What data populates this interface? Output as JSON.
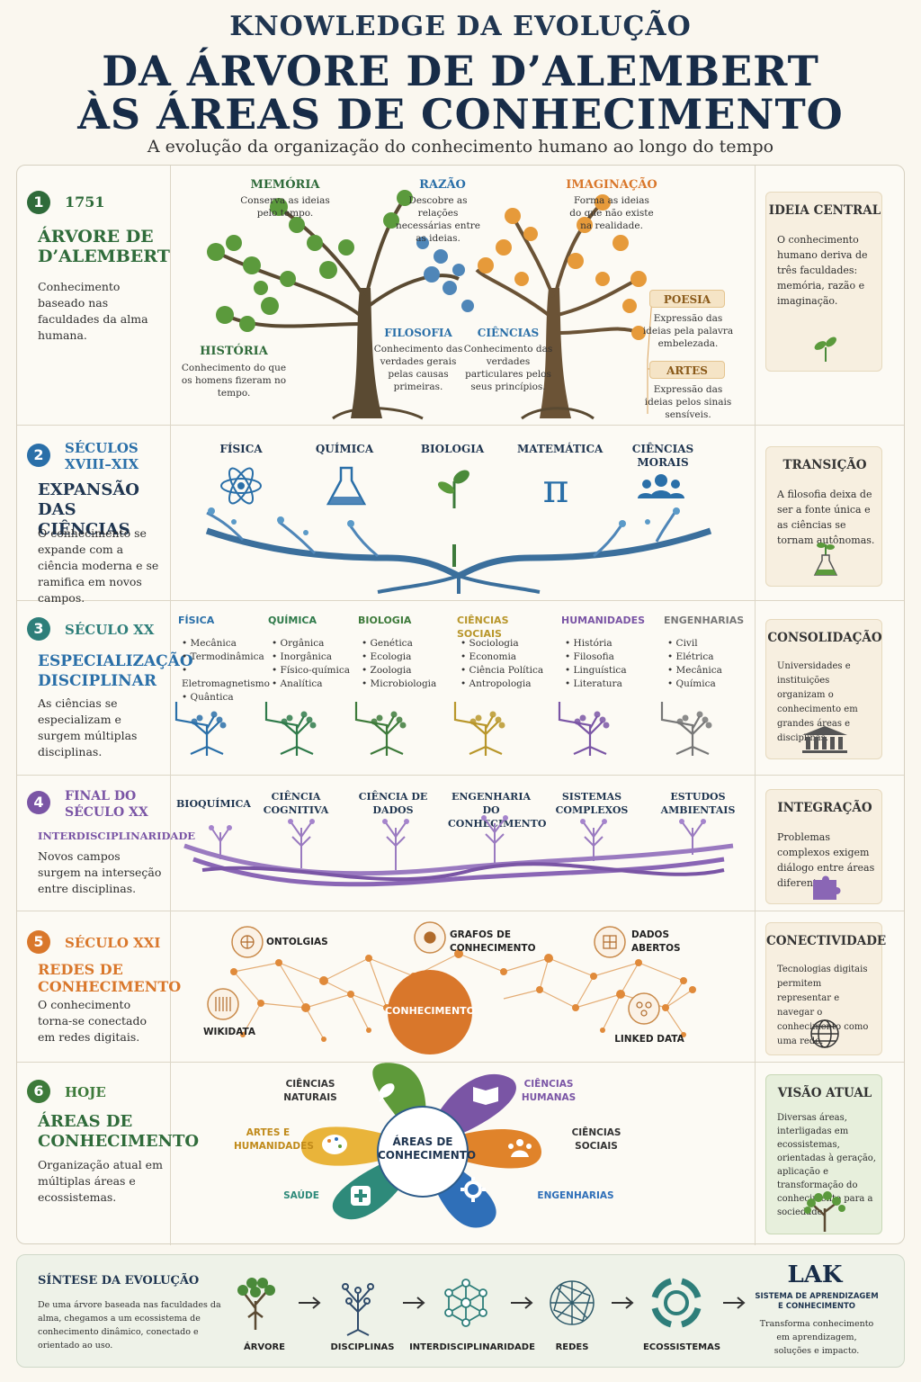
{
  "header": {
    "kicker": "KNOWLEDGE DA EVOLUÇÃO",
    "title1": "DA ÁRVORE DE D’ALEMBERT",
    "title2": "ÀS ÁREAS DE CONHECIMENTO",
    "subtitle": "A evolução da organização do conhecimento humano ao longo do tempo"
  },
  "colors": {
    "green": "#2f6b3a",
    "blue": "#2a6fa8",
    "teal": "#2e7e7a",
    "purple": "#7a55a5",
    "orange": "#d9772b",
    "navy": "#172c48"
  },
  "sections": [
    {
      "num": "1",
      "era": "1751",
      "title": "ÁRVORE DE D’ALEMBERT",
      "desc": "Conhecimento baseado nas faculdades da alma humana.",
      "box_title": "IDEIA CENTRAL",
      "box_desc": "O conhecimento humano deriva de três faculdades: memória, razão e imaginação.",
      "box_icon": "sprout-icon"
    },
    {
      "num": "2",
      "era": "SÉCULOS XVIII–XIX",
      "title": "EXPANSÃO DAS CIÊNCIAS",
      "desc": "O conhecimento se expande com a ciência moderna e se ramifica em novos campos.",
      "box_title": "TRANSIÇÃO",
      "box_desc": "A filosofia deixa de ser a fonte única e as ciências se tornam autônomas.",
      "box_icon": "flask-sprout-icon"
    },
    {
      "num": "3",
      "era": "SÉCULO XX",
      "title": "ESPECIALIZAÇÃO DISCIPLINAR",
      "desc": "As ciências se especializam e surgem múltiplas disciplinas.",
      "box_title": "CONSOLIDAÇÃO",
      "box_desc": "Universidades e instituições organizam o conhecimento em grandes áreas e disciplinas.",
      "box_icon": "institution-icon"
    },
    {
      "num": "4",
      "era": "FINAL DO SÉCULO XX",
      "subera": "INTERDISCIPLINARIDADE",
      "desc": "Novos campos surgem na interseção entre disciplinas.",
      "box_title": "INTEGRAÇÃO",
      "box_desc": "Problemas complexos exigem diálogo entre áreas diferentes.",
      "box_icon": "puzzle-icon"
    },
    {
      "num": "5",
      "era": "SÉCULO XXI",
      "title": "REDES DE CONHECIMENTO",
      "desc": "O conhecimento torna-se conectado em redes digitais.",
      "box_title": "CONECTIVIDADE",
      "box_desc": "Tecnologias digitais permitem representar e navegar o conhecimento como uma rede.",
      "box_icon": "globe-icon"
    },
    {
      "num": "6",
      "era": "HOJE",
      "title": "ÁREAS DE CONHECIMENTO",
      "desc": "Organização atual em múltiplas áreas e ecossistemas.",
      "box_title": "VISÃO ATUAL",
      "box_desc": "Diversas áreas, interligadas em ecossistemas, orientadas à geração, aplicação e transformação do conhecimento para a sociedade.",
      "box_icon": "tree-icon"
    }
  ],
  "s1": {
    "memoria": {
      "title": "MEMÓRIA",
      "desc": "Conserva as ideias pelo tempo."
    },
    "razao": {
      "title": "RAZÃO",
      "desc": "Descobre as relações necessárias entre as ideias."
    },
    "imaginacao": {
      "title": "IMAGINAÇÃO",
      "desc": "Forma as ideias do que não existe na realidade."
    },
    "historia": {
      "title": "HISTÓRIA",
      "desc": "Conhecimento do que os homens fizeram no tempo."
    },
    "filosofia": {
      "title": "FILOSOFIA",
      "desc": "Conhecimento das verdades gerais pelas causas primeiras."
    },
    "ciencias": {
      "title": "CIÊNCIAS",
      "desc": "Conhecimento das verdades particulares pelos seus princípios."
    },
    "poesia": {
      "title": "POESIA",
      "desc": "Expressão das ideias pela palavra embelezada."
    },
    "artes": {
      "title": "ARTES",
      "desc": "Expressão das ideias pelos sinais sensíveis."
    }
  },
  "s2": {
    "fields": [
      "FÍSICA",
      "QUÍMICA",
      "BIOLOGIA",
      "MATEMÁTICA",
      "CIÊNCIAS MORAIS"
    ]
  },
  "s3": {
    "columns": [
      {
        "title": "FÍSICA",
        "items": [
          "Mecânica",
          "Termodinâmica",
          "Eletromagnetismo",
          "Quântica"
        ],
        "color": "#2a6fa8"
      },
      {
        "title": "QUÍMICA",
        "items": [
          "Orgânica",
          "Inorgânica",
          "Físico-química",
          "Analítica"
        ],
        "color": "#2f7a4a"
      },
      {
        "title": "BIOLOGIA",
        "items": [
          "Genética",
          "Ecologia",
          "Zoologia",
          "Microbiologia"
        ],
        "color": "#3d7a3a"
      },
      {
        "title": "CIÊNCIAS SOCIAIS",
        "items": [
          "Sociologia",
          "Economia",
          "Ciência Política",
          "Antropologia"
        ],
        "color": "#b8962a"
      },
      {
        "title": "HUMANIDADES",
        "items": [
          "História",
          "Filosofia",
          "Linguística",
          "Literatura"
        ],
        "color": "#7a55a5"
      },
      {
        "title": "ENGENHARIAS",
        "items": [
          "Civil",
          "Elétrica",
          "Mecânica",
          "Química"
        ],
        "color": "#777777"
      }
    ]
  },
  "s4": {
    "fields": [
      "BIOQUÍMICA",
      "CIÊNCIA COGNITIVA",
      "CIÊNCIA DE DADOS",
      "ENGENHARIA DO CONHECIMENTO",
      "SISTEMAS COMPLEXOS",
      "ESTUDOS AMBIENTAIS"
    ]
  },
  "s5": {
    "center": "CONHECIMENTO",
    "nodes": [
      "ONTOLGIAS",
      "GRAFOS DE CONHECIMENTO",
      "DADOS ABERTOS",
      "WIKIDATA",
      "LINKED DATA"
    ]
  },
  "s6": {
    "center": "ÁREAS DE CONHECIMENTO",
    "petals": [
      "CIÊNCIAS NATURAIS",
      "CIÊNCIAS HUMANAS",
      "CIÊNCIAS SOCIAIS",
      "ENGENHARIAS",
      "SAÚDE",
      "ARTES E HUMANIDADES"
    ]
  },
  "bottom": {
    "title": "SÍNTESE DA EVOLUÇÃO",
    "desc": "De uma árvore baseada nas faculdades da alma, chegamos a um ecossistema de conhecimento dinâmico, conectado e orientado ao uso.",
    "steps": [
      "ÁRVORE",
      "DISCIPLINAS",
      "INTERDISCIPLINARIDADE",
      "REDES",
      "ECOSSISTEMAS"
    ],
    "lak_title": "LAK",
    "lak_sub": "SISTEMA DE APRENDIZAGEM E CONHECIMENTO",
    "lak_desc": "Transforma conhecimento em aprendizagem, soluções e impacto."
  }
}
